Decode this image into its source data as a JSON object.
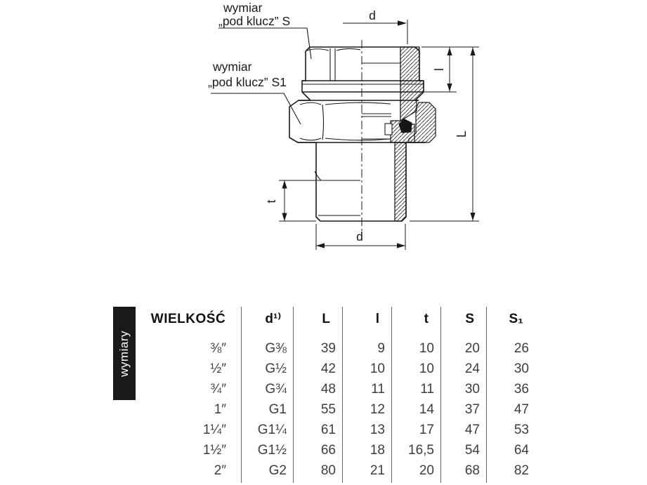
{
  "colors": {
    "line_black": "#1a1a1a",
    "table_separator": "#666666",
    "data_text": "#3d3d3d",
    "sidebar_bg": "#1a1a1a",
    "sidebar_text": "#ffffff"
  },
  "drawing": {
    "labels": {
      "leader_s_line1": "wymiar",
      "leader_s_line2": "„pod klucz” S",
      "leader_s1_line1": "wymiar",
      "leader_s1_line2": "„pod klucz” S1",
      "dim_d_top": "d",
      "dim_l_small": "l",
      "dim_l_big": "L",
      "dim_t": "t",
      "dim_d_bottom": "d"
    }
  },
  "sidebar": {
    "label": "wymiary"
  },
  "table": {
    "headers": [
      "WIELKOŚĆ",
      "d¹⁾",
      "L",
      "l",
      "t",
      "S",
      "S₁"
    ],
    "rows": [
      [
        "⅜″",
        "G⅜",
        "39",
        "9",
        "10",
        "20",
        "26"
      ],
      [
        "½″",
        "G½",
        "42",
        "10",
        "10",
        "24",
        "30"
      ],
      [
        "¾″",
        "G¾",
        "48",
        "11",
        "11",
        "30",
        "36"
      ],
      [
        "1″",
        "G1",
        "55",
        "12",
        "14",
        "37",
        "47"
      ],
      [
        "1¼″",
        "G1¼",
        "61",
        "13",
        "17",
        "47",
        "53"
      ],
      [
        "1½″",
        "G1½",
        "66",
        "18",
        "16,5",
        "54",
        "64"
      ],
      [
        "2″",
        "G2",
        "80",
        "21",
        "20",
        "68",
        "82"
      ]
    ]
  }
}
